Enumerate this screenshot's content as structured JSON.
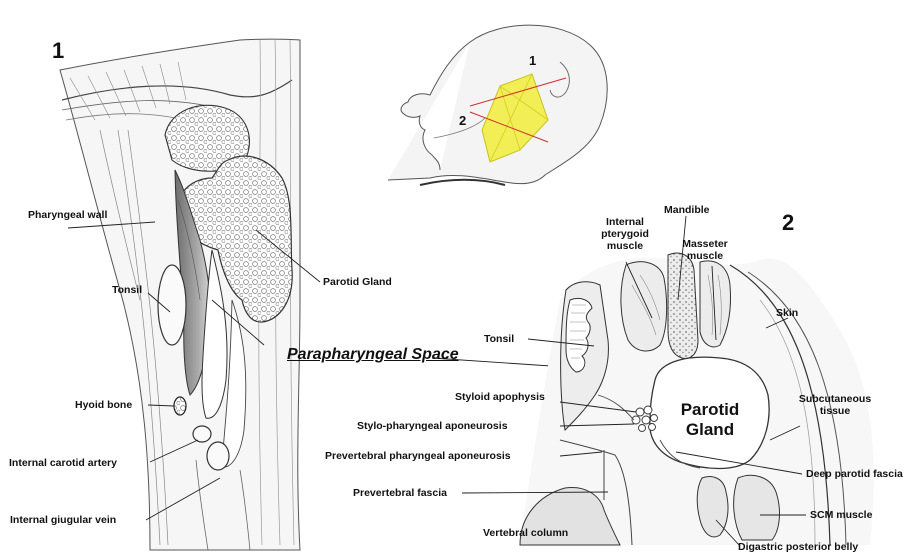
{
  "panel1": {
    "number": "1",
    "labels": {
      "pharyngeal_wall": "Pharyngeal wall",
      "tonsil": "Tonsil",
      "hyoid_bone": "Hyoid bone",
      "internal_carotid_artery": "Internal carotid artery",
      "internal_jugular_vein": "Internal giugular vein",
      "parotid_gland": "Parotid Gland"
    }
  },
  "center": {
    "parapharyngeal_space": "Parapharyngeal Space"
  },
  "head_sketch": {
    "marker1": "1",
    "marker2": "2"
  },
  "panel2": {
    "number": "2",
    "labels": {
      "internal_pterygoid_line1": "Internal",
      "internal_pterygoid_line2": "pterygoid",
      "internal_pterygoid_line3": "muscle",
      "mandible": "Mandible",
      "masseter_line1": "Masseter",
      "masseter_line2": "muscle",
      "skin": "Skin",
      "tonsil": "Tonsil",
      "styloid_apophysis": "Styloid apophysis",
      "stylo_pharyngeal": "Stylo-pharyngeal aponeurosis",
      "prevertebral_pharyngeal": "Prevertebral pharyngeal aponeurosis",
      "prevertebral_fascia": "Prevertebral fascia",
      "vertebral_column": "Vertebral column",
      "parotid_line1": "Parotid",
      "parotid_line2": "Gland",
      "subcutaneous_line1": "Subcutaneous",
      "subcutaneous_line2": "tissue",
      "deep_parotid_fascia": "Deep parotid fascia",
      "scm_muscle": "SCM muscle",
      "digastric": "Digastric posterior belly"
    }
  },
  "colors": {
    "line": "#222222",
    "sketch": "#555555",
    "fill_light": "#f1f1f1",
    "fill_gray": "#d9d9d9",
    "shadow": "#8a8a8a",
    "yellow": "#f1ec3a",
    "yellow_edge": "#c9c21c",
    "red_line": "#d03030"
  }
}
